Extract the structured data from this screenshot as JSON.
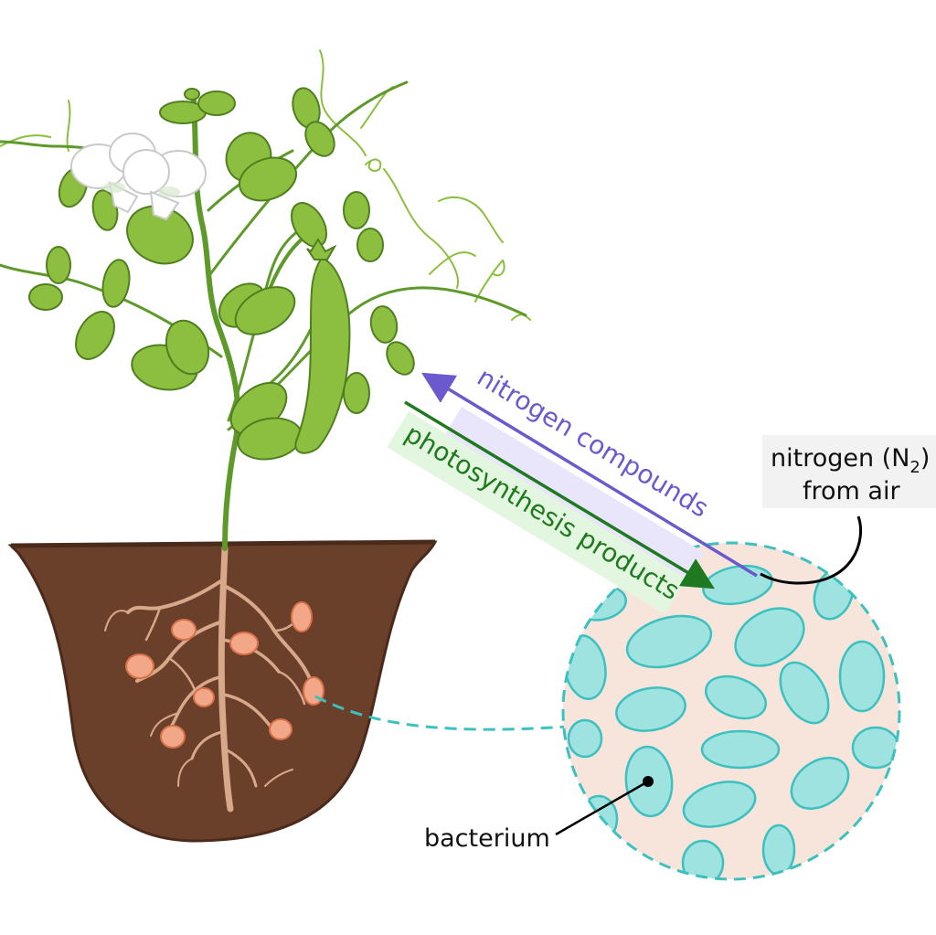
{
  "diagram": {
    "labels": {
      "nitrogen_compounds": "nitrogen compounds",
      "photosynthesis_products": "photosynthesis products",
      "nitrogen_air_line1_prefix": "nitrogen (N",
      "nitrogen_air_line1_subscript": "2",
      "nitrogen_air_line1_suffix": ")",
      "nitrogen_air_line2": "from air",
      "bacterium": "bacterium"
    },
    "colors": {
      "soil": "#6b402a",
      "soil_edge": "#4a2a1a",
      "stem": "#5e9a2a",
      "leaf": "#8cbf3f",
      "leaf_edge": "#4f7f1f",
      "flower": "#ffffff",
      "root": "#d8a88a",
      "nodule": "#f2a888",
      "nodule_edge": "#d8704a",
      "zoom_bg": "#f7e4da",
      "zoom_edge": "#3cc0c0",
      "bacterium_fill": "#9ee3df",
      "bacterium_edge": "#3cc0c0",
      "arrow_purple": "#6a5acd",
      "arrow_green": "#1f7a1f",
      "purple_highlight": "#e9e6fb",
      "green_highlight": "#e3f6df"
    },
    "icons": {
      "plant": "pea-plant-icon",
      "pot": "soil-pot-icon",
      "zoom": "magnified-nodule-icon"
    }
  }
}
